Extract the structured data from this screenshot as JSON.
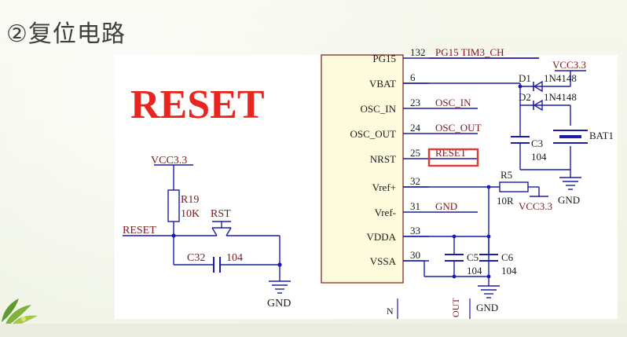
{
  "slide": {
    "title": "②复位电路"
  },
  "reset_heading": "RESET",
  "left_circuit": {
    "vcc": "VCC3.3",
    "resistor_ref": "R19",
    "resistor_val": "10K",
    "button_label": "RST",
    "net_label": "RESET",
    "cap_ref": "C32",
    "cap_val": "104",
    "ground": "GND"
  },
  "mcu_pins": [
    {
      "name": "PG15",
      "num": "132",
      "net": "PG15 TIM3_CH"
    },
    {
      "name": "VBAT",
      "num": "6",
      "net": ""
    },
    {
      "name": "OSC_IN",
      "num": "23",
      "net": "OSC_IN"
    },
    {
      "name": "OSC_OUT",
      "num": "24",
      "net": "OSC_OUT"
    },
    {
      "name": "NRST",
      "num": "25",
      "net": "RESET"
    },
    {
      "name": "Vref+",
      "num": "32",
      "net": ""
    },
    {
      "name": "Vref-",
      "num": "31",
      "net": "GND"
    },
    {
      "name": "VDDA",
      "num": "33",
      "net": ""
    },
    {
      "name": "VSSA",
      "num": "30",
      "net": ""
    }
  ],
  "right_circuit": {
    "vcc_top": "VCC3.3",
    "d1": "D1",
    "d1_part": "1N4148",
    "d2": "D2",
    "d2_part": "1N4148",
    "battery": "BAT1",
    "c3_ref": "C3",
    "c3_val": "104",
    "gnd_top": "GND",
    "r5_ref": "R5",
    "r5_val": "10R",
    "vcc_r5": "VCC3.3",
    "c5_ref": "C5",
    "c5_val": "104",
    "c6_ref": "C6",
    "c6_val": "104",
    "gnd_bottom": "GND"
  },
  "bottom_fragments": {
    "left": "N",
    "right": "OUT"
  },
  "colors": {
    "heading": "#e8251f",
    "wire": "#1c1ca8",
    "label": "#7a1a1a",
    "highlight": "#e23b34"
  }
}
